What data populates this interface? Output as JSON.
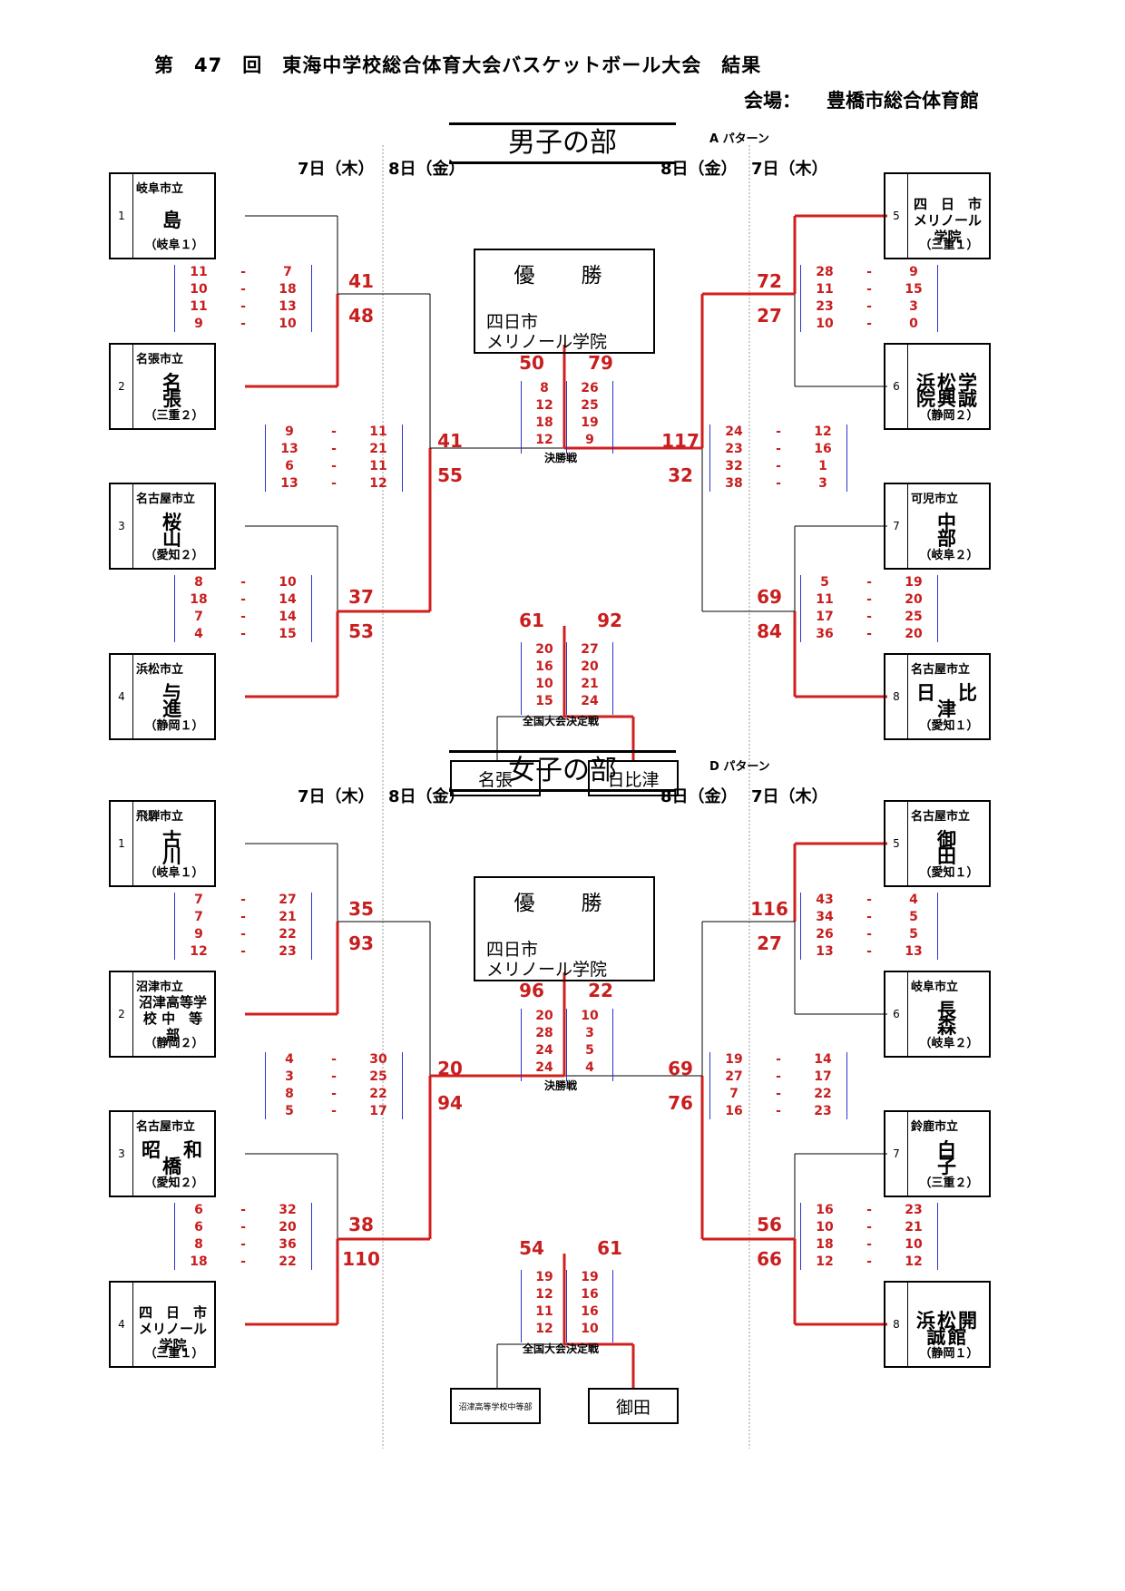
{
  "header": {
    "title": "第　47　回　東海中学校総合体育大会バスケットボール大会　結果",
    "venue_label": "会場：",
    "venue": "豊橋市総合体育館"
  },
  "colors": {
    "win_line": "#d11f1f",
    "score": "#c81e1e",
    "quarter_frame": "#2a35c8"
  },
  "labels": {
    "final": "決勝戦",
    "national": "全国大会決定戦",
    "champion": "優　勝"
  },
  "sections": [
    {
      "title": "男子の部",
      "pattern": "A パターン",
      "days": {
        "ll": "7日（木）",
        "lr": "8日（金）",
        "rl": "8日（金）",
        "rr": "7日（木）"
      },
      "teams": [
        {
          "num": "1",
          "city": "岐阜市立",
          "name": "島",
          "pref": "（岐阜１）"
        },
        {
          "num": "2",
          "city": "名張市立",
          "name": "名　　張",
          "pref": "（三重２）"
        },
        {
          "num": "3",
          "city": "名古屋市立",
          "name": "桜　　　山",
          "pref": "（愛知２）"
        },
        {
          "num": "4",
          "city": "浜松市立",
          "name": "与　　　進",
          "pref": "（静岡１）"
        },
        {
          "num": "5",
          "city": "",
          "name": "四　日　市 メリノール学院",
          "pref": "（三重１）"
        },
        {
          "num": "6",
          "city": "",
          "name": "浜松学院興誠",
          "pref": "（静岡２）"
        },
        {
          "num": "7",
          "city": "可児市立",
          "name": "中　　　部",
          "pref": "（岐阜２）"
        },
        {
          "num": "8",
          "city": "名古屋市立",
          "name": "日　比　津",
          "pref": "（愛知１）"
        }
      ],
      "r1": [
        {
          "s1": "41",
          "s2": "48",
          "q": [
            [
              "11",
              "7"
            ],
            [
              "10",
              "18"
            ],
            [
              "11",
              "13"
            ],
            [
              "9",
              "10"
            ]
          ]
        },
        {
          "s1": "37",
          "s2": "53",
          "q": [
            [
              "8",
              "10"
            ],
            [
              "18",
              "14"
            ],
            [
              "7",
              "14"
            ],
            [
              "4",
              "15"
            ]
          ]
        },
        {
          "s1": "72",
          "s2": "27",
          "q": [
            [
              "28",
              "9"
            ],
            [
              "11",
              "15"
            ],
            [
              "23",
              "3"
            ],
            [
              "10",
              "0"
            ]
          ]
        },
        {
          "s1": "69",
          "s2": "84",
          "q": [
            [
              "5",
              "19"
            ],
            [
              "11",
              "20"
            ],
            [
              "17",
              "25"
            ],
            [
              "36",
              "20"
            ]
          ]
        }
      ],
      "semis": [
        {
          "s1": "41",
          "s2": "55",
          "q": [
            [
              "9",
              "11"
            ],
            [
              "13",
              "21"
            ],
            [
              "6",
              "11"
            ],
            [
              "13",
              "12"
            ]
          ]
        },
        {
          "s1": "117",
          "s2": "32",
          "q": [
            [
              "24",
              "12"
            ],
            [
              "23",
              "16"
            ],
            [
              "32",
              "1"
            ],
            [
              "38",
              "3"
            ]
          ]
        }
      ],
      "final": {
        "s1": "50",
        "s2": "79",
        "q": [
          [
            "8",
            "26"
          ],
          [
            "12",
            "25"
          ],
          [
            "18",
            "19"
          ],
          [
            "12",
            "9"
          ]
        ]
      },
      "champion": {
        "line1": "四日市",
        "line2": "メリノール学院"
      },
      "third": {
        "s1": "61",
        "s2": "92",
        "q": [
          [
            "20",
            "27"
          ],
          [
            "16",
            "20"
          ],
          [
            "10",
            "21"
          ],
          [
            "15",
            "24"
          ]
        ],
        "left": "名張",
        "right": "日比津"
      }
    },
    {
      "title": "女子の部",
      "pattern": "D パターン",
      "days": {
        "ll": "7日（木）",
        "lr": "8日（金）",
        "rl": "8日（金）",
        "rr": "7日（木）"
      },
      "teams": [
        {
          "num": "1",
          "city": "飛騨市立",
          "name": "古　　　川",
          "pref": "（岐阜１）"
        },
        {
          "num": "2",
          "city": "沼津市立",
          "name": "沼津高等学校 中　等　部",
          "pref": "（静岡２）"
        },
        {
          "num": "3",
          "city": "名古屋市立",
          "name": "昭　和　橋",
          "pref": "（愛知２）"
        },
        {
          "num": "4",
          "city": "",
          "name": "四　日　市 メリノール学院",
          "pref": "（三重１）"
        },
        {
          "num": "5",
          "city": "名古屋市立",
          "name": "御　　　田",
          "pref": "（愛知１）"
        },
        {
          "num": "6",
          "city": "岐阜市立",
          "name": "長　　　森",
          "pref": "（岐阜２）"
        },
        {
          "num": "7",
          "city": "鈴鹿市立",
          "name": "白　　　子",
          "pref": "（三重２）"
        },
        {
          "num": "8",
          "city": "",
          "name": "浜松開誠館",
          "pref": "（静岡１）"
        }
      ],
      "r1": [
        {
          "s1": "35",
          "s2": "93",
          "q": [
            [
              "7",
              "27"
            ],
            [
              "7",
              "21"
            ],
            [
              "9",
              "22"
            ],
            [
              "12",
              "23"
            ]
          ]
        },
        {
          "s1": "38",
          "s2": "110",
          "q": [
            [
              "6",
              "32"
            ],
            [
              "6",
              "20"
            ],
            [
              "8",
              "36"
            ],
            [
              "18",
              "22"
            ]
          ]
        },
        {
          "s1": "116",
          "s2": "27",
          "q": [
            [
              "43",
              "4"
            ],
            [
              "34",
              "5"
            ],
            [
              "26",
              "5"
            ],
            [
              "13",
              "13"
            ]
          ]
        },
        {
          "s1": "56",
          "s2": "66",
          "q": [
            [
              "16",
              "23"
            ],
            [
              "10",
              "21"
            ],
            [
              "18",
              "10"
            ],
            [
              "12",
              "12"
            ]
          ]
        }
      ],
      "semis": [
        {
          "s1": "20",
          "s2": "94",
          "q": [
            [
              "4",
              "30"
            ],
            [
              "3",
              "25"
            ],
            [
              "8",
              "22"
            ],
            [
              "5",
              "17"
            ]
          ]
        },
        {
          "s1": "69",
          "s2": "76",
          "q": [
            [
              "19",
              "14"
            ],
            [
              "27",
              "17"
            ],
            [
              "7",
              "22"
            ],
            [
              "16",
              "23"
            ]
          ]
        }
      ],
      "final": {
        "s1": "96",
        "s2": "22",
        "q": [
          [
            "20",
            "10"
          ],
          [
            "28",
            "3"
          ],
          [
            "24",
            "5"
          ],
          [
            "24",
            "4"
          ]
        ]
      },
      "champion": {
        "line1": "四日市",
        "line2": "メリノール学院"
      },
      "third": {
        "s1": "54",
        "s2": "61",
        "q": [
          [
            "19",
            "19"
          ],
          [
            "12",
            "16"
          ],
          [
            "11",
            "16"
          ],
          [
            "12",
            "10"
          ]
        ],
        "left": "沼津高等学校中等部",
        "right": "御田"
      }
    }
  ]
}
